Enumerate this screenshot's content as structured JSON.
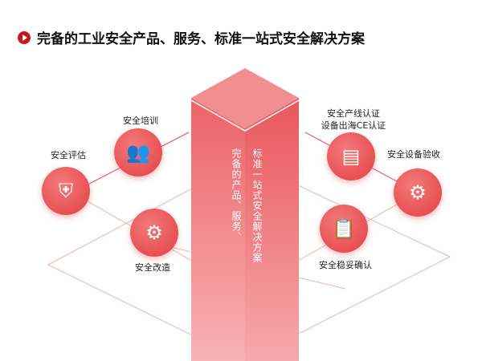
{
  "title": "完备的工业安全产品、服务、标准一站式安全解决方案",
  "pillar": {
    "line1": "完备的产品、服务、",
    "line2": "标准一站式安全解决方案"
  },
  "nodes": {
    "assess": {
      "label": "安全评估",
      "icon": "shield-circuit-icon"
    },
    "train": {
      "label": "安全培训",
      "icon": "people-group-icon"
    },
    "retrofit": {
      "label": "安全改造",
      "icon": "shield-gear-icon"
    },
    "cert": {
      "label1": "安全产线认证",
      "label2": "设备出海CE认证",
      "icon": "certificate-icon"
    },
    "accept": {
      "label": "安全设备验收",
      "icon": "box-gear-check-icon"
    },
    "confirm": {
      "label": "安全稳妥确认",
      "icon": "clipboard-shield-icon"
    }
  },
  "colors": {
    "accent": "#e8484d",
    "title_icon": "#c8161d"
  }
}
